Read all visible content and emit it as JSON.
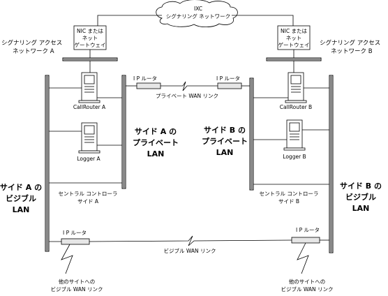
{
  "cloud": {
    "line1": "IXC",
    "line2": "シグナリング ネットワーク"
  },
  "nic_left": {
    "line1": "NIC または",
    "line2": "ネット",
    "line3": "ゲートウェイ"
  },
  "nic_right": {
    "line1": "NIC または",
    "line2": "ネット",
    "line3": "ゲートウェイ"
  },
  "access_a": {
    "line1": "シグナリング アクセス",
    "line2": "ネットワーク A"
  },
  "access_b": {
    "line1": "シグナリング アクセス",
    "line2": "ネットワーク B"
  },
  "router_top_left": "I P  ルータ",
  "router_top_right": "I P  ルータ",
  "private_wan": "プライベート WAN リンク",
  "callrouter_a": "CallRouter A",
  "callrouter_b": "CallRouter B",
  "logger_a": "Logger A",
  "logger_b": "Logger B",
  "private_lan_a": {
    "line1": "サイド A の",
    "line2": "プライベート",
    "line3": "LAN"
  },
  "private_lan_b": {
    "line1": "サイド B の",
    "line2": "プライベート",
    "line3": "LAN"
  },
  "visible_lan_a": {
    "line1": "サイド A の",
    "line2": "ビジブル",
    "line3": "LAN"
  },
  "visible_lan_b": {
    "line1": "サイド B の",
    "line2": "ビジブル",
    "line3": "LAN"
  },
  "controller_a": {
    "line1": "セントラル コントローラ",
    "line2": "サイド A"
  },
  "controller_b": {
    "line1": "セントラル コントローラ",
    "line2": "サイド B"
  },
  "router_bottom_left": "I P  ルータ",
  "router_bottom_right": "I P  ルータ",
  "visible_wan": "ビジブル WAN リンク",
  "other_sites_left": {
    "line1": "他のサイトへの",
    "line2": "ビジブル WAN リンク"
  },
  "other_sites_right": {
    "line1": "他のサイトへの",
    "line2": "ビジブル WAN リンク"
  }
}
